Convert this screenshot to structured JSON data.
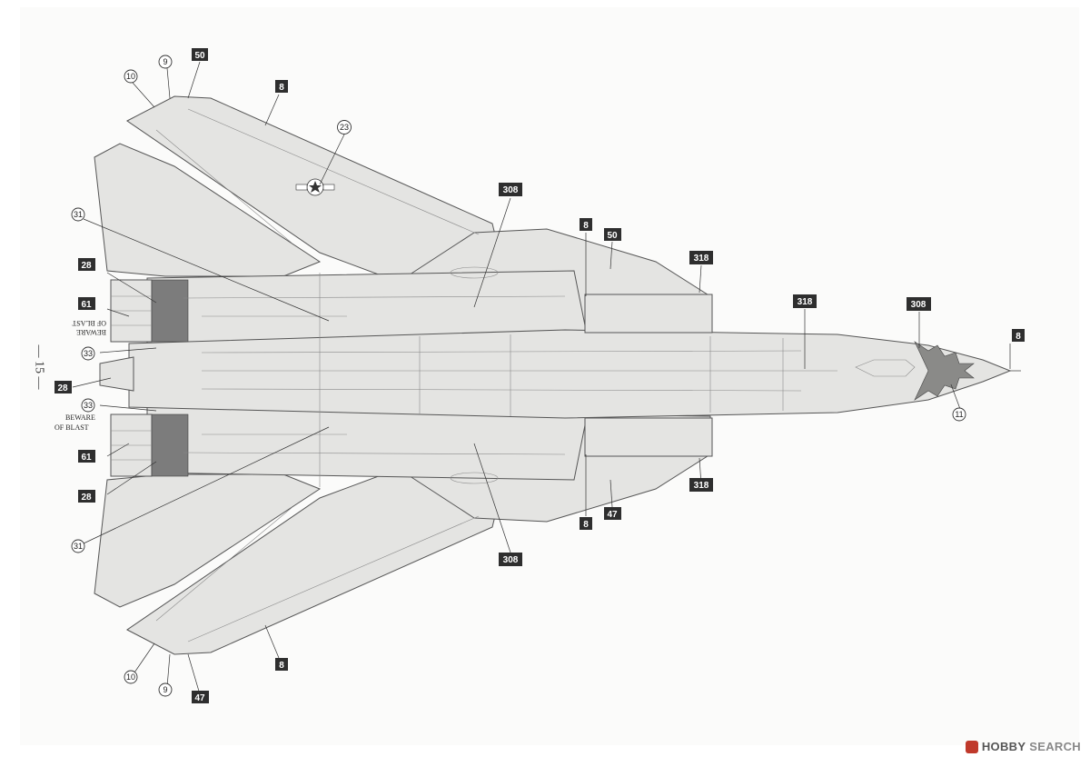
{
  "page": {
    "number": "— 15 —"
  },
  "stencils": {
    "beware_top": [
      "BEWARE",
      "OF BLAST"
    ],
    "beware_bottom": [
      "BEWARE",
      "OF BLAST"
    ]
  },
  "callouts": [
    {
      "id": "c10t",
      "label": "10",
      "style": "circle"
    },
    {
      "id": "c9t",
      "label": "9",
      "style": "circle"
    },
    {
      "id": "c50t",
      "label": "50",
      "style": "box"
    },
    {
      "id": "c8wt",
      "label": "8",
      "style": "box"
    },
    {
      "id": "c23",
      "label": "23",
      "style": "circle"
    },
    {
      "id": "c308t",
      "label": "308",
      "style": "box"
    },
    {
      "id": "c8t",
      "label": "8",
      "style": "box"
    },
    {
      "id": "c50m",
      "label": "50",
      "style": "box"
    },
    {
      "id": "c318t",
      "label": "318",
      "style": "box"
    },
    {
      "id": "c318c",
      "label": "318",
      "style": "box"
    },
    {
      "id": "c308n",
      "label": "308",
      "style": "box"
    },
    {
      "id": "c8n",
      "label": "8",
      "style": "box"
    },
    {
      "id": "c11",
      "label": "11",
      "style": "circle"
    },
    {
      "id": "c31t",
      "label": "31",
      "style": "circle"
    },
    {
      "id": "c28t",
      "label": "28",
      "style": "box"
    },
    {
      "id": "c61t",
      "label": "61",
      "style": "box"
    },
    {
      "id": "c33t",
      "label": "33",
      "style": "circle"
    },
    {
      "id": "c28m",
      "label": "28",
      "style": "box"
    },
    {
      "id": "c33b",
      "label": "33",
      "style": "circle"
    },
    {
      "id": "c61b",
      "label": "61",
      "style": "box"
    },
    {
      "id": "c28b",
      "label": "28",
      "style": "box"
    },
    {
      "id": "c31b",
      "label": "31",
      "style": "circle"
    },
    {
      "id": "c318b",
      "label": "318",
      "style": "box"
    },
    {
      "id": "c8b",
      "label": "8",
      "style": "box"
    },
    {
      "id": "c47m",
      "label": "47",
      "style": "box"
    },
    {
      "id": "c308b",
      "label": "308",
      "style": "box"
    },
    {
      "id": "c8wb",
      "label": "8",
      "style": "box"
    },
    {
      "id": "c10b",
      "label": "10",
      "style": "circle"
    },
    {
      "id": "c9b",
      "label": "9",
      "style": "circle"
    },
    {
      "id": "c47b",
      "label": "47",
      "style": "box"
    }
  ],
  "watermark": {
    "brand": "HOBBY",
    "word": "SEARCH"
  },
  "colors": {
    "ink": "#2e2e2e",
    "aircraft": "#e4e4e2",
    "nozzle": "#7c7c7c"
  }
}
